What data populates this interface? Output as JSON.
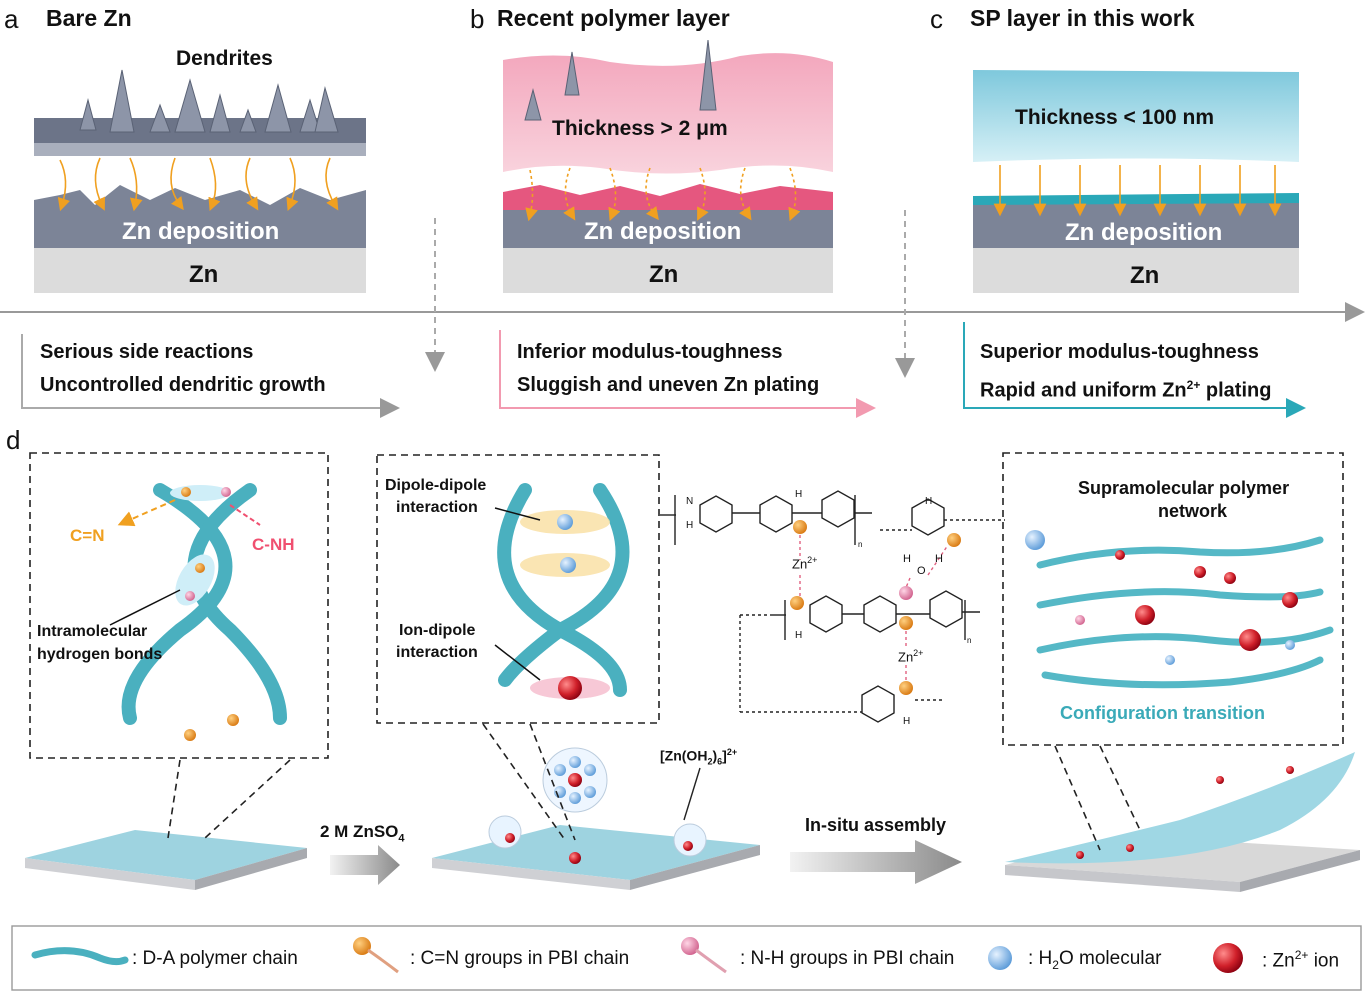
{
  "panels": {
    "a": {
      "letter": "a",
      "title": "Bare Zn",
      "dendrites": "Dendrites",
      "deposition": "Zn deposition",
      "base": "Zn",
      "summary": [
        "Serious side reactions",
        "Uncontrolled dendritic growth"
      ]
    },
    "b": {
      "letter": "b",
      "title": "Recent polymer layer",
      "thickness": "Thickness > 2 μm",
      "deposition": "Zn deposition",
      "base": "Zn",
      "summary": [
        "Inferior modulus-toughness",
        "Sluggish and uneven Zn plating"
      ]
    },
    "c": {
      "letter": "c",
      "title": "SP layer in this work",
      "thickness": "Thickness < 100 nm",
      "deposition": "Zn deposition",
      "base": "Zn",
      "summary_1": "Superior modulus-toughness",
      "summary_2_pre": "Rapid and uniform Zn",
      "summary_2_sup": "2+",
      "summary_2_post": " plating"
    }
  },
  "panel_d": {
    "letter": "d",
    "inset1": {
      "cn": "C=N",
      "cnh": "C-NH",
      "hbond_1": "Intramolecular",
      "hbond_2": "hydrogen bonds"
    },
    "inset2": {
      "dipole_1": "Dipole-dipole",
      "dipole_2": "interaction",
      "ion_1": "Ion-dipole",
      "ion_2": "interaction"
    },
    "chem": {
      "n": "N",
      "h": "H",
      "nh": "N\nH",
      "o": "O",
      "zn": "Zn",
      "zn_sup": "2+",
      "sub_n": "n"
    },
    "inset3": {
      "title_1": "Supramolecular polymer",
      "title_2": "network",
      "transition": "Configuration transition"
    },
    "step1": {
      "pre": "2 M ZnSO",
      "sub": "4"
    },
    "complex": {
      "a": "[Zn(OH",
      "b": "2",
      "c": ")",
      "d": "6",
      "e": "]",
      "f": "2+"
    },
    "step2": "In-situ assembly"
  },
  "legend": [
    {
      "icon": "polymer-chain-icon",
      "text": ": D-A polymer chain"
    },
    {
      "icon": "cn-group-icon",
      "text": ": C=N groups in PBI chain"
    },
    {
      "icon": "nh-group-icon",
      "text": ": N-H groups in PBI chain"
    },
    {
      "icon": "water-molecule-icon",
      "pre": ": H",
      "sub": "2",
      "post": "O molecular"
    },
    {
      "icon": "zn-ion-icon",
      "pre": ": Zn",
      "sup": "2+",
      "post": " ion"
    }
  ],
  "colors": {
    "zn_gray": "#7c8497",
    "zn_base": "#dcdcdc",
    "pink": "#e8a0b4",
    "teal": "#3aaab8",
    "orange": "#f0a020"
  }
}
